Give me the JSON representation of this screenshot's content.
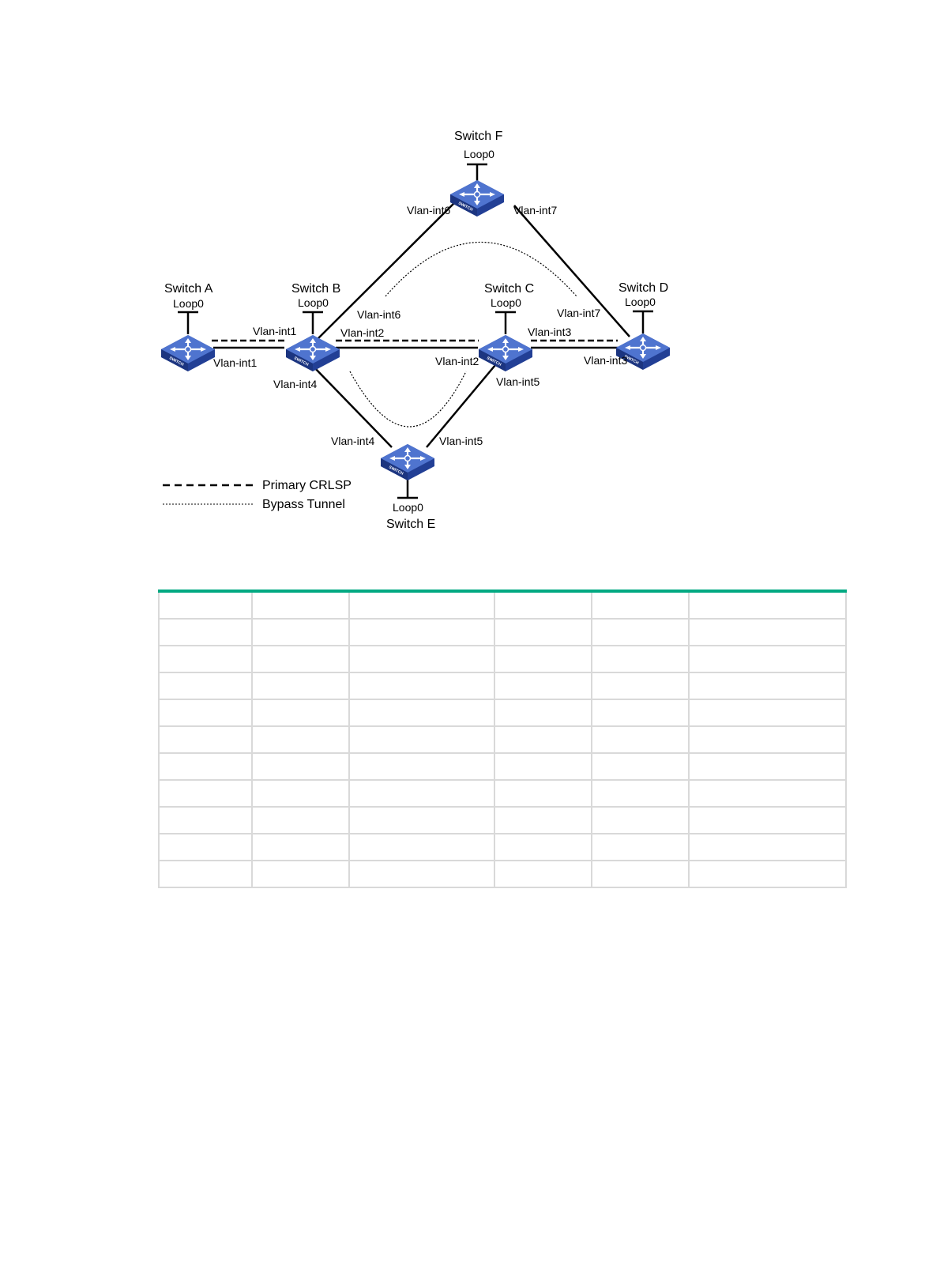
{
  "switches": [
    {
      "id": "A",
      "name": "Switch A",
      "loop": "Loop0"
    },
    {
      "id": "B",
      "name": "Switch B",
      "loop": "Loop0"
    },
    {
      "id": "C",
      "name": "Switch C",
      "loop": "Loop0"
    },
    {
      "id": "D",
      "name": "Switch D",
      "loop": "Loop0"
    },
    {
      "id": "E",
      "name": "Switch E",
      "loop": "Loop0"
    },
    {
      "id": "F",
      "name": "Switch F",
      "loop": "Loop0"
    }
  ],
  "switch_badge": "SWITCH",
  "interfaces": {
    "a_vlan1": "Vlan-int1",
    "b_vlan1": "Vlan-int1",
    "b_vlan2": "Vlan-int2",
    "b_vlan4": "Vlan-int4",
    "b_vlan6": "Vlan-int6",
    "c_vlan2": "Vlan-int2",
    "c_vlan3": "Vlan-int3",
    "c_vlan5": "Vlan-int5",
    "d_vlan3": "Vlan-int3",
    "d_vlan7": "Vlan-int7",
    "e_vlan4": "Vlan-int4",
    "e_vlan5": "Vlan-int5",
    "f_vlan6": "Vlan-int6",
    "f_vlan7": "Vlan-int7"
  },
  "legend": {
    "primary": "Primary CRLSP",
    "bypass": "Bypass Tunnel"
  },
  "colors": {
    "switch_top": "#4a6fc9",
    "switch_side": "#223f95",
    "table_accent": "#01a982",
    "table_border": "#d9d9d9"
  },
  "table": {
    "columns": 6,
    "rows": 11
  }
}
